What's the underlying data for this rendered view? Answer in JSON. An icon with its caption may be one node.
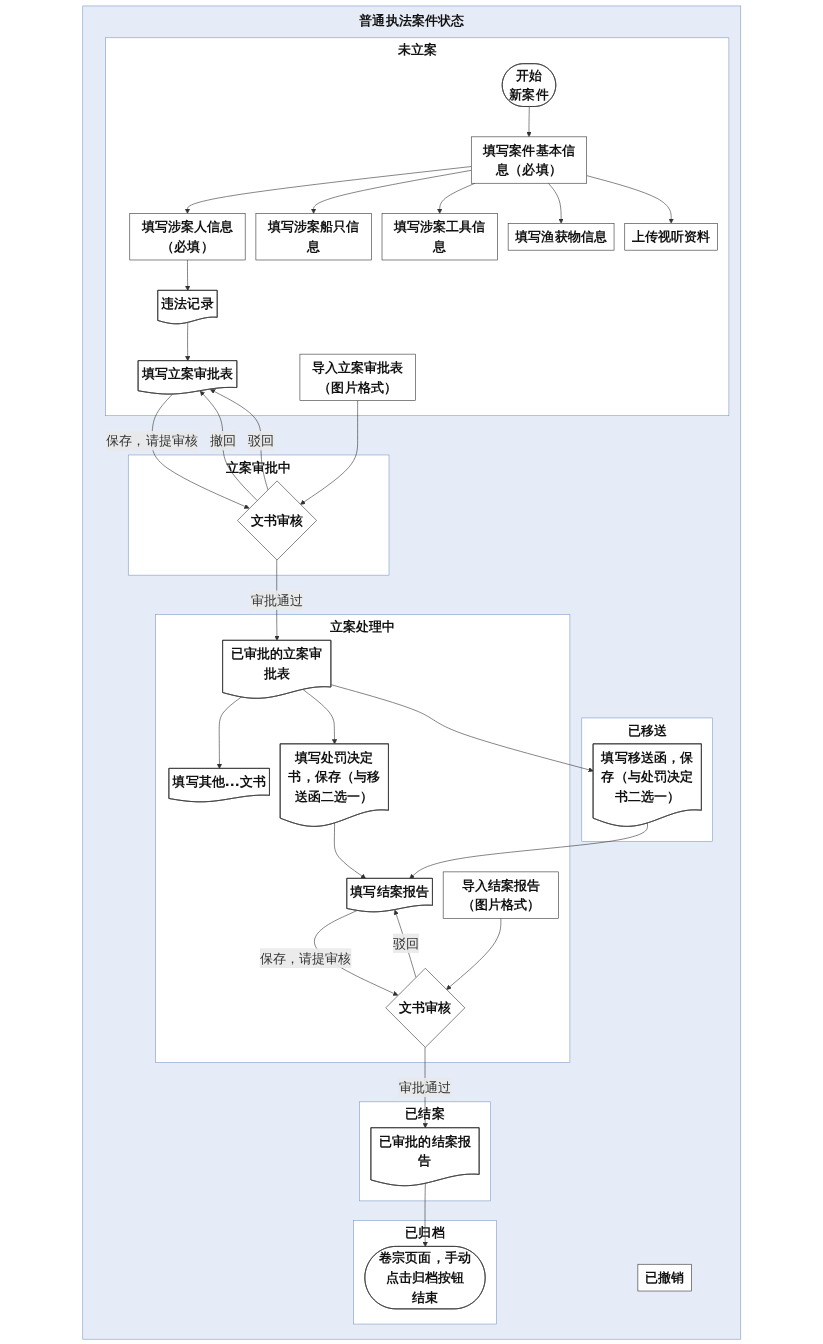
{
  "diagram": {
    "nodes": [
      {
        "text": [
          "普通执法案件状态"
        ]
      },
      {
        "text": [
          "未立案"
        ],
        "in": 0
      },
      {
        "text": [
          "开始",
          "新案件"
        ],
        "in": 1
      },
      {
        "text": [
          "填写案件基本信息（必填）"
        ],
        "in": 1
      },
      {
        "text": [
          "填写涉案人信息（必填）"
        ],
        "in": 1
      },
      {
        "text": [
          "填写涉案船只信息"
        ],
        "in": 1
      },
      {
        "text": [
          "填写涉案工具信息"
        ],
        "in": 1
      },
      {
        "text": [
          "填写渔获物信息"
        ],
        "in": 1
      },
      {
        "text": [
          "上传视听资料"
        ],
        "in": 1
      },
      {
        "text": [
          "违法记录"
        ],
        "in": 1
      },
      {
        "text": [
          "填写立案审批表"
        ],
        "in": 1
      },
      {
        "text": [
          "导入立案审批表（图片格式）"
        ],
        "in": 1
      },
      {
        "text": [
          "已撤销"
        ],
        "in": 0
      },
      {
        "text": [
          "立案审批中"
        ],
        "in": 0
      },
      {
        "text": [
          "文书审核"
        ],
        "in": 13
      },
      {
        "text": [
          "立案处理中"
        ],
        "in": 0
      },
      {
        "text": [
          "已审批的立案审批表"
        ],
        "in": 15
      },
      {
        "text": [
          "填写其他...文书"
        ],
        "in": 15
      },
      {
        "text": [
          "填写处罚决定书，保存（与移送函二选一）"
        ],
        "in": 15
      },
      {
        "text": [
          "填写结案报告"
        ],
        "in": 15
      },
      {
        "text": [
          "导入结案报告（图片格式）"
        ],
        "in": 15
      },
      {
        "text": [
          "文书审核"
        ],
        "in": 15
      },
      {
        "text": [
          "已移送"
        ],
        "in": 0
      },
      {
        "text": [
          "填写移送函，保存（与处罚决定书二选一）"
        ],
        "in": 22
      },
      {
        "text": [
          "已结案"
        ],
        "in": 0
      },
      {
        "text": [
          "已审批的结案报告"
        ],
        "in": 24
      },
      {
        "text": [
          "已归档"
        ],
        "in": 0
      },
      {
        "text": [
          "卷宗页面，手动点击归档按钮",
          "结束"
        ],
        "in": 26
      }
    ],
    "edges": [
      {
        "from": 2,
        "to": 3,
        "arrow": "to"
      },
      {
        "from": 3,
        "to": 4,
        "arrow": "to"
      },
      {
        "from": 3,
        "to": 5,
        "arrow": "to"
      },
      {
        "from": 3,
        "to": 6,
        "arrow": "to"
      },
      {
        "from": 3,
        "to": 7,
        "arrow": "to"
      },
      {
        "from": 3,
        "to": 8,
        "arrow": "to"
      },
      {
        "from": 4,
        "to": 9,
        "arrow": "to"
      },
      {
        "from": 9,
        "to": 10,
        "arrow": "to"
      },
      {
        "from": 10,
        "to": 14,
        "arrow": "to",
        "label": "保存，请提审核"
      },
      {
        "from": 11,
        "to": 14,
        "arrow": "to"
      },
      {
        "from": 14,
        "to": 10,
        "arrow": "to",
        "label": "撤回"
      },
      {
        "from": 14,
        "to": 10,
        "arrow": "to",
        "label": "驳回"
      },
      {
        "from": 14,
        "to": 16,
        "arrow": "to",
        "label": "审批通过"
      },
      {
        "from": 16,
        "to": 17,
        "arrow": "to"
      },
      {
        "from": 16,
        "to": 18,
        "arrow": "to"
      },
      {
        "from": 16,
        "to": 23,
        "arrow": "to"
      },
      {
        "from": 18,
        "to": 19,
        "arrow": "to"
      },
      {
        "from": 23,
        "to": 19,
        "arrow": "to"
      },
      {
        "from": 19,
        "to": 21,
        "arrow": "to",
        "label": "保存，请提审核"
      },
      {
        "from": 20,
        "to": 21,
        "arrow": "to"
      },
      {
        "from": 21,
        "to": 19,
        "arrow": "to",
        "label": "驳回"
      },
      {
        "from": 21,
        "to": 25,
        "arrow": "to",
        "label": "审批通过"
      },
      {
        "from": 25,
        "to": 27,
        "arrow": "to"
      }
    ]
  }
}
